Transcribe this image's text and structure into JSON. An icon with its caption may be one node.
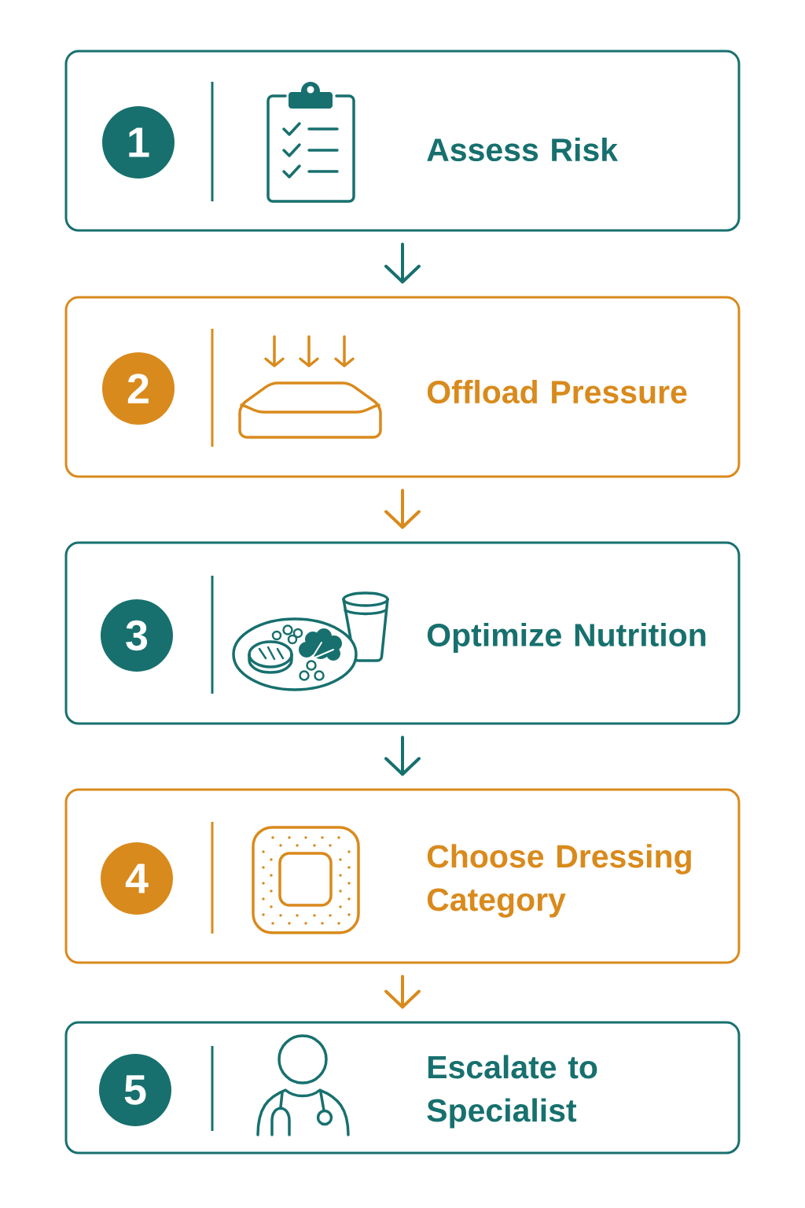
{
  "diagram": {
    "nodes": [
      {
        "text": [
          "Assess Risk"
        ]
      },
      {
        "text": [
          "1"
        ],
        "in": 0
      },
      {
        "text": [
          "Offload Pressure"
        ]
      },
      {
        "text": [
          "2"
        ],
        "in": 2
      },
      {
        "text": [
          "Optimize Nutrition"
        ]
      },
      {
        "text": [
          "3"
        ],
        "in": 4
      },
      {
        "text": [
          "Choose Dressing Category"
        ]
      },
      {
        "text": [
          "4"
        ],
        "in": 6
      },
      {
        "text": [
          "Escalate to Specialist"
        ]
      },
      {
        "text": [
          "5"
        ],
        "in": 8
      }
    ],
    "edges": [
      {
        "from": 0,
        "to": 2,
        "arrow": "to",
        "color": "#17706e"
      },
      {
        "from": 2,
        "to": 4,
        "arrow": "to",
        "color": "#d98a1c"
      },
      {
        "from": 4,
        "to": 6,
        "arrow": "to",
        "color": "#17706e"
      },
      {
        "from": 6,
        "to": 8,
        "arrow": "to",
        "color": "#d98a1c"
      }
    ]
  }
}
